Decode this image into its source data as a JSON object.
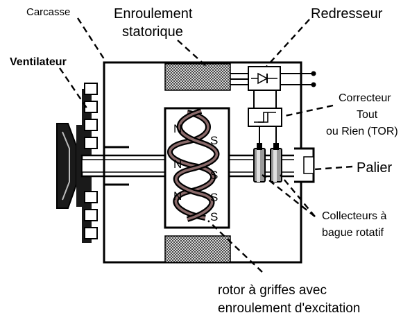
{
  "labels": {
    "carcasse": "Carcasse",
    "enroulement_line1": "Enroulement",
    "enroulement_line2": "statorique",
    "redresseur": "Redresseur",
    "ventilateur": "Ventilateur",
    "correcteur_line1": "Correcteur",
    "correcteur_line2": "Tout",
    "correcteur_line3": "ou Rien (TOR)",
    "palier": "Palier",
    "collecteurs_line1": "Collecteurs à",
    "collecteurs_line2": "bague rotatif",
    "rotor_line1": "rotor à griffes avec",
    "rotor_line2": "enroulement d'excitation"
  },
  "poles": {
    "left": [
      "N",
      "N",
      "N"
    ],
    "right": [
      "S",
      "S",
      "S",
      "S"
    ]
  }
}
